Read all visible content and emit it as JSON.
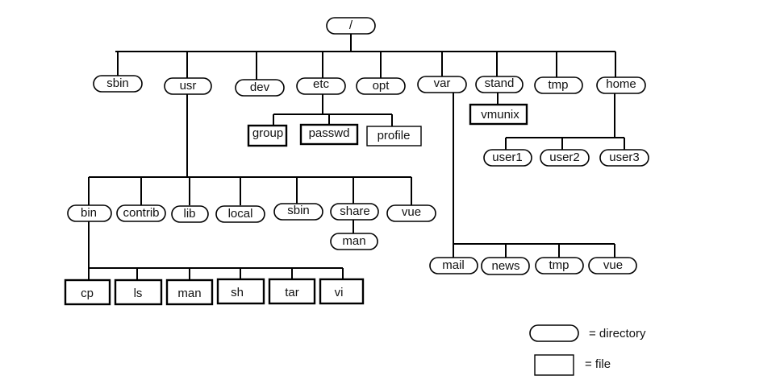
{
  "root": "/",
  "top_level": {
    "sbin": "sbin",
    "usr": "usr",
    "dev": "dev",
    "etc": "etc",
    "opt": "opt",
    "var": "var",
    "stand": "stand",
    "tmp": "tmp",
    "home": "home"
  },
  "etc_children": [
    "group",
    "passwd",
    "profile"
  ],
  "stand_children": [
    "vmunix"
  ],
  "home_children": [
    "user1",
    "user2",
    "user3"
  ],
  "usr_children": [
    "bin",
    "contrib",
    "lib",
    "local",
    "sbin",
    "share",
    "vue"
  ],
  "share_children": [
    "man"
  ],
  "bin_children": [
    "cp",
    "ls",
    "man",
    "sh",
    "tar",
    "vi"
  ],
  "var_children": [
    "mail",
    "news",
    "tmp",
    "vue"
  ],
  "legend": {
    "directory": "= directory",
    "file": "= file"
  }
}
